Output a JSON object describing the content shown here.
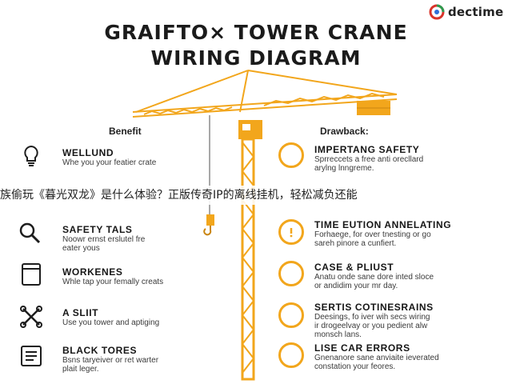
{
  "brand": {
    "name": "dectime"
  },
  "title": {
    "line1": "GRAIFTO× TOWER CRANE",
    "line2": "WIRING DIAGRAM"
  },
  "columns": {
    "left": "Benefit",
    "right": "Drawback:"
  },
  "benefits": [
    {
      "title": "WELLUND",
      "desc": [
        "Whe you your featier crate"
      ],
      "icon": "lightbulb-icon"
    },
    {
      "title": "SAFETY TALS",
      "desc": [
        "Noowr ernst erslutel fre",
        "eater yous"
      ],
      "icon": "magnifier-icon"
    },
    {
      "title": "WORKENES",
      "desc": [
        "Whle tap your femally creats"
      ],
      "icon": "panel-icon"
    },
    {
      "title": "A SLIIT",
      "desc": [
        "Use you tower and aptiging"
      ],
      "icon": "tools-icon"
    },
    {
      "title": "BLACK TORES",
      "desc": [
        "Bsns taryeiver or ret warter",
        "plait leger."
      ],
      "icon": "document-icon"
    }
  ],
  "drawbacks": [
    {
      "title": "IMPERTANG SAFETY",
      "desc": [
        "Sprreccets a free anti orecllard",
        "arylng lnngreme."
      ],
      "icon": "circle-icon"
    },
    {
      "title": "TIME EUTION ANNELATING",
      "desc": [
        "Forhaege, for over tnesting or go",
        "sareh pinore a cunfiert."
      ],
      "icon": "warning-icon"
    },
    {
      "title": "CASE & PLIUST",
      "desc": [
        "Anatu onde sane dore inted sloce",
        "or andidim your mr day."
      ],
      "icon": "circle-icon"
    },
    {
      "title": "SERTIS COTINESRAINS",
      "desc": [
        "Deesings, fo iver wih secs wiring",
        "ir drogeelvay or you pedient alw",
        "monsch lans."
      ],
      "icon": "circle-icon"
    },
    {
      "title": "LISE CAR ERRORS",
      "desc": [
        "Gnenanore sane anviaite ieverated",
        "constation your feores."
      ],
      "icon": "circle-icon"
    }
  ],
  "banner": {
    "text": "族偷玩《暮光双龙》是什么体验？正版传奇IP的离线挂机，轻松减负还能"
  },
  "colors": {
    "crane": "#f2a61c",
    "crane_dark": "#c98510",
    "text": "#1d1d1d",
    "accent_red": "#d9342b",
    "accent_green": "#2e9b4f"
  }
}
